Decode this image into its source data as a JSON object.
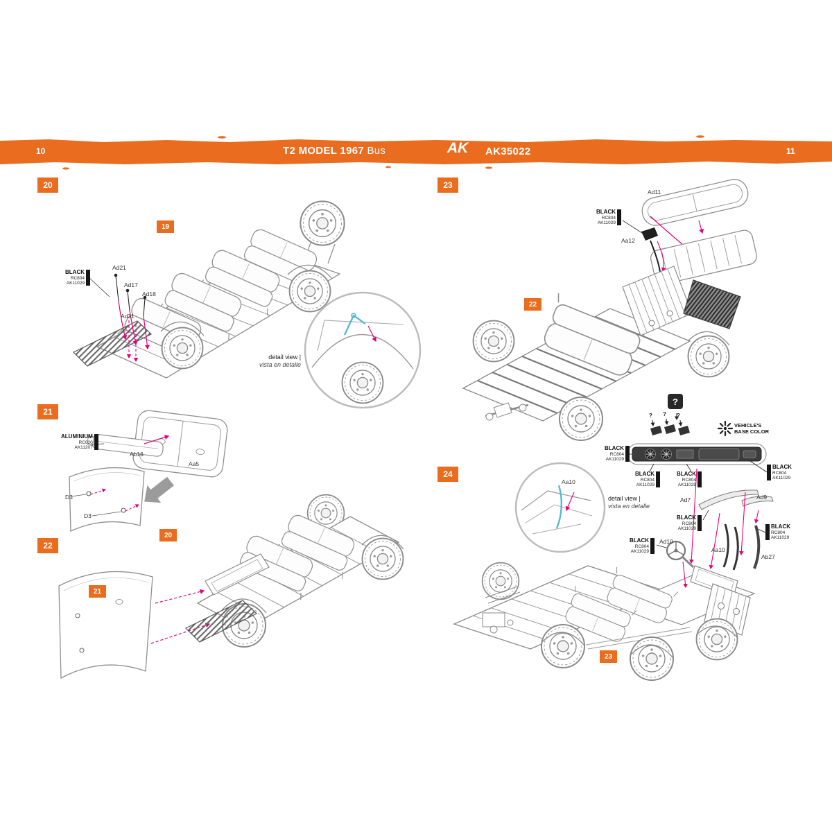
{
  "header": {
    "page_left": "10",
    "page_right": "11",
    "title": "T2 MODEL 1967",
    "subtitle": "Bus",
    "brand": "AK",
    "code": "AK35022"
  },
  "colors": {
    "accent": "#ea6c1f",
    "assembly_line": "#e5007d",
    "highlight_part": "#58b8d8"
  },
  "steps": {
    "s20": "20",
    "s21": "21",
    "s22": "22",
    "s23": "23",
    "s24": "24"
  },
  "refs": {
    "r19": "19",
    "r20": "20",
    "r21": "21",
    "r22": "22",
    "r23": "23"
  },
  "paint": {
    "black": {
      "name": "BLACK",
      "code1": "RC804",
      "code2": "AK11029"
    },
    "aluminium": {
      "name": "ALUMINIUM",
      "code1": "RC020",
      "code2": "AK11207"
    },
    "base_color_line1": "VEHICLE'S",
    "base_color_line2": "BASE COLOR",
    "question_mark": "?"
  },
  "detail_view": {
    "line1": "detail view |",
    "line2": "vista en detalle"
  },
  "labels": {
    "ad21": "Ad21",
    "ad17": "Ad17",
    "ad18": "Ad18",
    "ad31": "Ad31",
    "ab16": "Ab16",
    "aa5": "Aa5",
    "d3_1": "D3",
    "d3_2": "D3",
    "ad11": "Ad11",
    "aa12": "Aa12",
    "aa10_detail": "Aa10",
    "ad7": "Ad7",
    "ad9": "Ad9",
    "ad10": "Ad10",
    "aa10": "Aa10",
    "ab27": "Ab27"
  }
}
